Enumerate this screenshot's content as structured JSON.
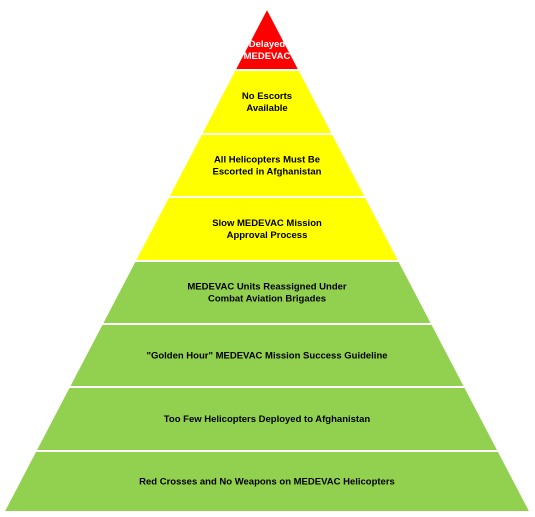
{
  "pyramid": {
    "levels": [
      {
        "lines": [
          "Delayed",
          "MEDEVAC"
        ],
        "color": "#ff0000",
        "text_color": "#ffffff"
      },
      {
        "lines": [
          "No Escorts",
          "Available"
        ],
        "color": "#ffff00",
        "text_color": "#000000"
      },
      {
        "lines": [
          "All Helicopters Must Be",
          "Escorted in Afghanistan"
        ],
        "color": "#ffff00",
        "text_color": "#000000"
      },
      {
        "lines": [
          "Slow MEDEVAC Mission",
          "Approval Process"
        ],
        "color": "#ffff00",
        "text_color": "#000000"
      },
      {
        "lines": [
          "MEDEVAC Units Reassigned Under",
          "Combat Aviation Brigades"
        ],
        "color": "#92d050",
        "text_color": "#000000"
      },
      {
        "lines": [
          "\"Golden Hour\" MEDEVAC Mission Success Guideline"
        ],
        "color": "#92d050",
        "text_color": "#000000"
      },
      {
        "lines": [
          "Too Few Helicopters Deployed to Afghanistan"
        ],
        "color": "#92d050",
        "text_color": "#000000"
      },
      {
        "lines": [
          "Red Crosses and No Weapons on MEDEVAC Helicopters"
        ],
        "color": "#92d050",
        "text_color": "#000000"
      }
    ],
    "border_color": "#ffffff"
  }
}
